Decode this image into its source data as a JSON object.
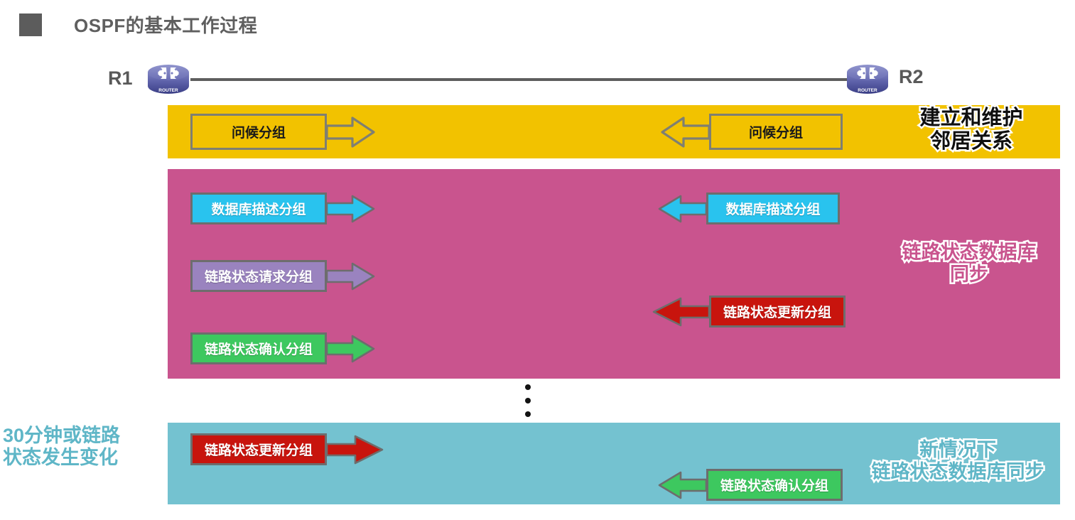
{
  "title": {
    "text": "OSPF的基本工作过程",
    "bullet_color": "#5c5c5c",
    "text_color": "#5f5f5f"
  },
  "topology": {
    "left_router_label": "R1",
    "right_router_label": "R2",
    "router_icon_caption": "ROUTER",
    "link_color": "#5e5e5e"
  },
  "bands": [
    {
      "id": "hello",
      "color": "#f2c200",
      "caption": "建立和维护\n邻居关系",
      "caption_style": "dark-outline",
      "packets": [
        {
          "label": "问候分组",
          "direction": "right",
          "side": "left",
          "fill": "transparent",
          "border": "#7f7f72",
          "arrow_fill": "transparent",
          "arrow_stroke": "#7f7f72",
          "text_color": "#1a1a1a"
        },
        {
          "label": "问候分组",
          "direction": "left",
          "side": "right",
          "fill": "transparent",
          "border": "#7f7f72",
          "arrow_fill": "transparent",
          "arrow_stroke": "#7f7f72",
          "text_color": "#1a1a1a"
        }
      ]
    },
    {
      "id": "lsdb-sync",
      "color": "#c9548e",
      "caption": "链路状态数据库\n同步",
      "caption_style": "pink-outline",
      "packets": [
        {
          "label": "数据库描述分组",
          "direction": "right",
          "side": "left",
          "fill": "#29c3ee",
          "border": "#6d6d6d",
          "arrow_fill": "#29c3ee",
          "arrow_stroke": "#6d6d6d",
          "text_color": "#ffffff"
        },
        {
          "label": "数据库描述分组",
          "direction": "left",
          "side": "right",
          "fill": "#29c3ee",
          "border": "#6d6d6d",
          "arrow_fill": "#29c3ee",
          "arrow_stroke": "#6d6d6d",
          "text_color": "#ffffff"
        },
        {
          "label": "链路状态请求分组",
          "direction": "right",
          "side": "left",
          "fill": "#9a83bf",
          "border": "#6d6d6d",
          "arrow_fill": "#9a83bf",
          "arrow_stroke": "#6d6d6d",
          "text_color": "#ffffff"
        },
        {
          "label": "链路状态更新分组",
          "direction": "left",
          "side": "right",
          "fill": "#c8140d",
          "border": "#6d6d6d",
          "arrow_fill": "#c8140d",
          "arrow_stroke": "#6d6d6d",
          "text_color": "#ffffff"
        },
        {
          "label": "链路状态确认分组",
          "direction": "right",
          "side": "left",
          "fill": "#3dc85f",
          "border": "#6d6d6d",
          "arrow_fill": "#3dc85f",
          "arrow_stroke": "#6d6d6d",
          "text_color": "#ffffff"
        }
      ]
    },
    {
      "id": "new-situation",
      "color": "#74c2d0",
      "caption": "新情况下\n链路状态数据库同步",
      "caption_style": "teal-outline",
      "left_caption": "30分钟或链路\n状态发生变化",
      "packets": [
        {
          "label": "链路状态更新分组",
          "direction": "right",
          "side": "left",
          "fill": "#c8140d",
          "border": "#6d6d6d",
          "arrow_fill": "#c8140d",
          "arrow_stroke": "#6d6d6d",
          "text_color": "#ffffff"
        },
        {
          "label": "链路状态确认分组",
          "direction": "left",
          "side": "right",
          "fill": "#3dc85f",
          "border": "#6d6d6d",
          "arrow_fill": "#3dc85f",
          "arrow_stroke": "#6d6d6d",
          "text_color": "#ffffff"
        }
      ]
    }
  ],
  "ellipsis": {
    "dots": 3,
    "color": "#131313"
  }
}
